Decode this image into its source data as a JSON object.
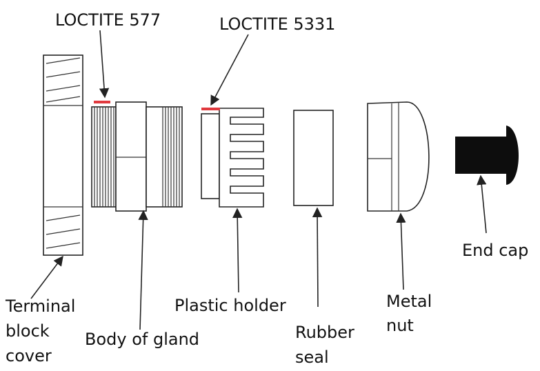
{
  "labels": {
    "loctite_577": "LOCTITE 577",
    "loctite_5331": "LOCTITE 5331",
    "terminal_block_cover": [
      "Terminal",
      "block",
      "cover"
    ],
    "body_of_gland": "Body of gland",
    "plastic_holder": "Plastic holder",
    "rubber_seal": [
      "Rubber",
      "seal"
    ],
    "metal_nut": [
      "Metal",
      "nut"
    ],
    "end_cap": "End cap"
  },
  "colors": {
    "sealant_mark": "#e0393e",
    "end_cap_fill": "#0d0d0d",
    "outline": "#222222",
    "text": "#111111"
  }
}
